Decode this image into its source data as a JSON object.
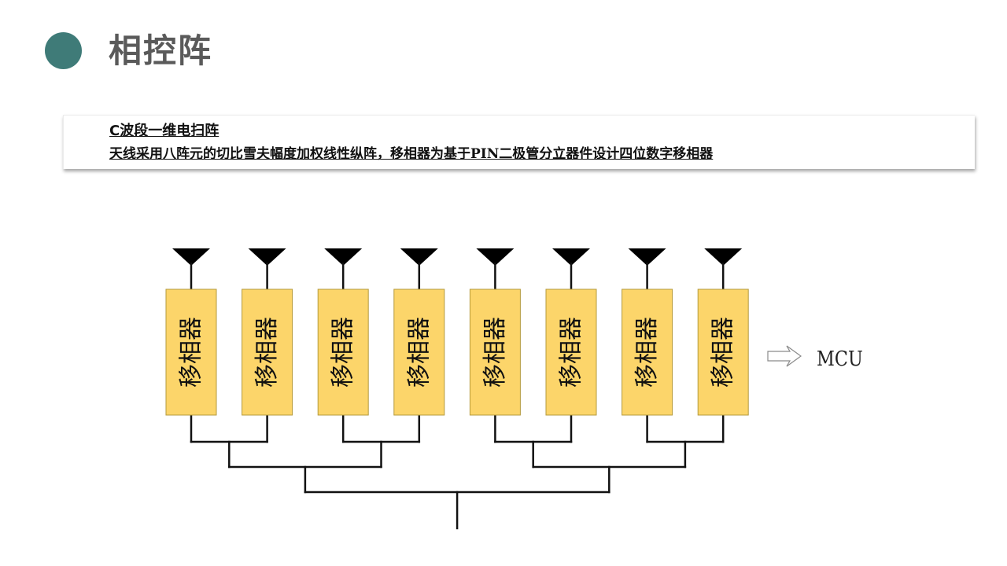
{
  "slide": {
    "title": "相控阵",
    "accent_color": "#3f7b78"
  },
  "info_box": {
    "heading": "C波段一维电扫阵",
    "description": "天线采用八阵元的切比雪夫幅度加权线性纵阵，移相器为基于PIN二极管分立器件设计四位数字移相器"
  },
  "diagram": {
    "phase_shifter_label": "移相器",
    "phase_shifter_count": 8,
    "antenna_icon": "antenna-triangle-icon",
    "arrow_icon": "hollow-right-arrow-icon",
    "output_label": "MCU",
    "shifter_fill": "#fcd56a",
    "line_color": "#111111"
  }
}
